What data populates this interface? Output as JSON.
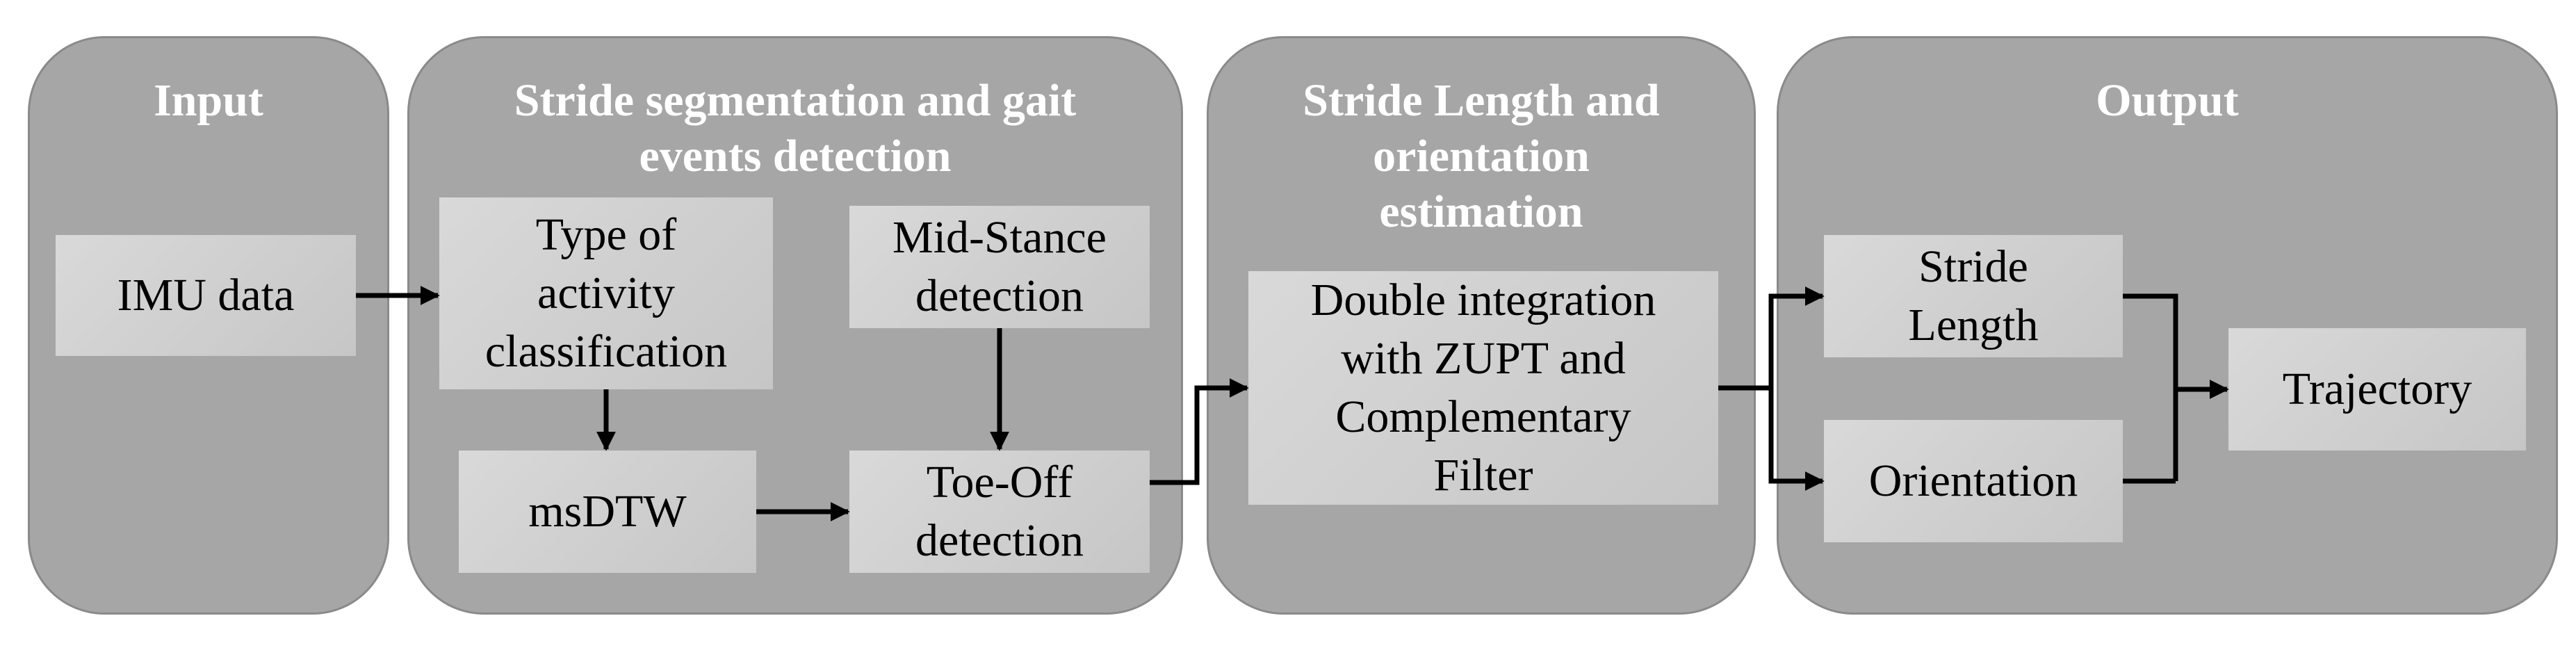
{
  "panels": {
    "input": {
      "title": "Input"
    },
    "segmentation": {
      "title_line1": "Stride segmentation and gait",
      "title_line2": "events detection"
    },
    "estimation": {
      "title_line1": "Stride Length and",
      "title_line2": "orientation",
      "title_line3": "estimation"
    },
    "output": {
      "title": "Output"
    }
  },
  "boxes": {
    "imu_data": "IMU data",
    "activity_line1": "Type of",
    "activity_line2": "activity",
    "activity_line3": "classification",
    "msdtw": "msDTW",
    "midstance_line1": "Mid-Stance",
    "midstance_line2": "detection",
    "toeoff_line1": "Toe-Off",
    "toeoff_line2": "detection",
    "integration_line1": "Double integration",
    "integration_line2": "with ZUPT and",
    "integration_line3": "Complementary",
    "integration_line4": "Filter",
    "stride_length_line1": "Stride",
    "stride_length_line2": "Length",
    "orientation": "Orientation",
    "trajectory": "Trajectory"
  },
  "colors": {
    "panel_fill": "#a6a6a6",
    "panel_border": "#8a8a8a",
    "box_fill": "#d0d0d0",
    "title_text": "#ffffff",
    "arrow": "#000000"
  }
}
